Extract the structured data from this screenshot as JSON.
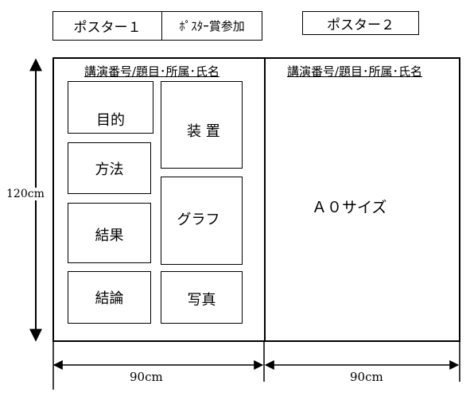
{
  "header": {
    "poster1_label": "ポスター１",
    "prize_label": "ﾎﾟｽﾀｰ賞参加",
    "poster2_label": "ポスター２"
  },
  "poster1": {
    "heading": "講演番号/題目･所属･氏名",
    "sections": {
      "purpose": "目的",
      "method": "方法",
      "result": "結果",
      "conclusion": "結論",
      "apparatus": "装 置",
      "graph": "グラフ",
      "photo": "写真"
    }
  },
  "poster2": {
    "heading": "講演番号/題目･所属･氏名",
    "size_label": "Ａ０サイズ"
  },
  "dimensions": {
    "height_label": "120cm",
    "width1_label": "90cm",
    "width2_label": "90cm"
  }
}
